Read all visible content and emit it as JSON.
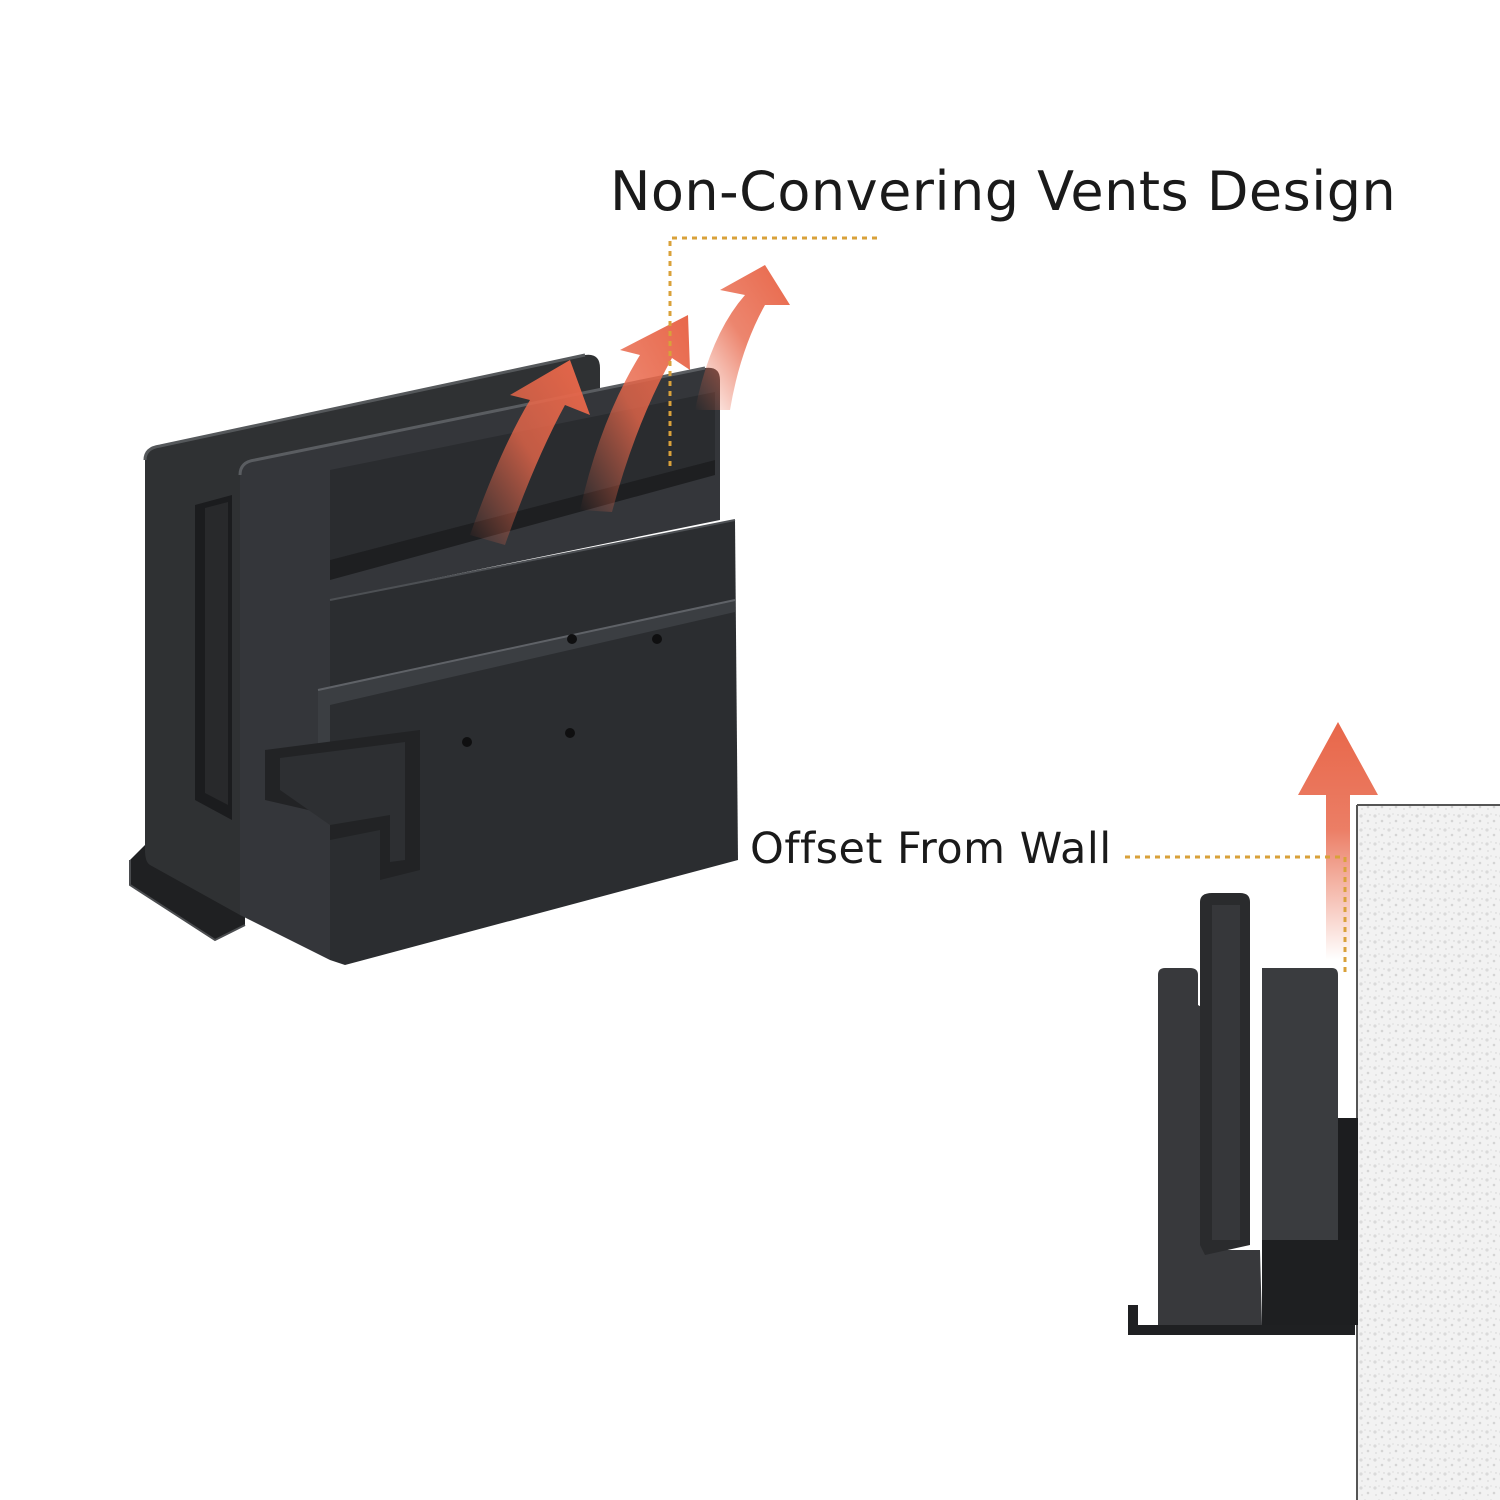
{
  "labels": {
    "vents": "Non-Convering Vents Design",
    "wall": "Offset From Wall"
  },
  "colors": {
    "background": "#ffffff",
    "dock_body": "#2f3133",
    "dock_dark": "#1f2022",
    "dock_edge": "#4a4c4f",
    "arrow": "#e8674a",
    "leader_line": "#d9a13a",
    "wall": "#eeeeee",
    "text": "#1a1a1a"
  },
  "icons": {
    "heat_arrow": "upward-curved-heat-arrow",
    "offset_arrow": "upward-heat-arrow"
  }
}
